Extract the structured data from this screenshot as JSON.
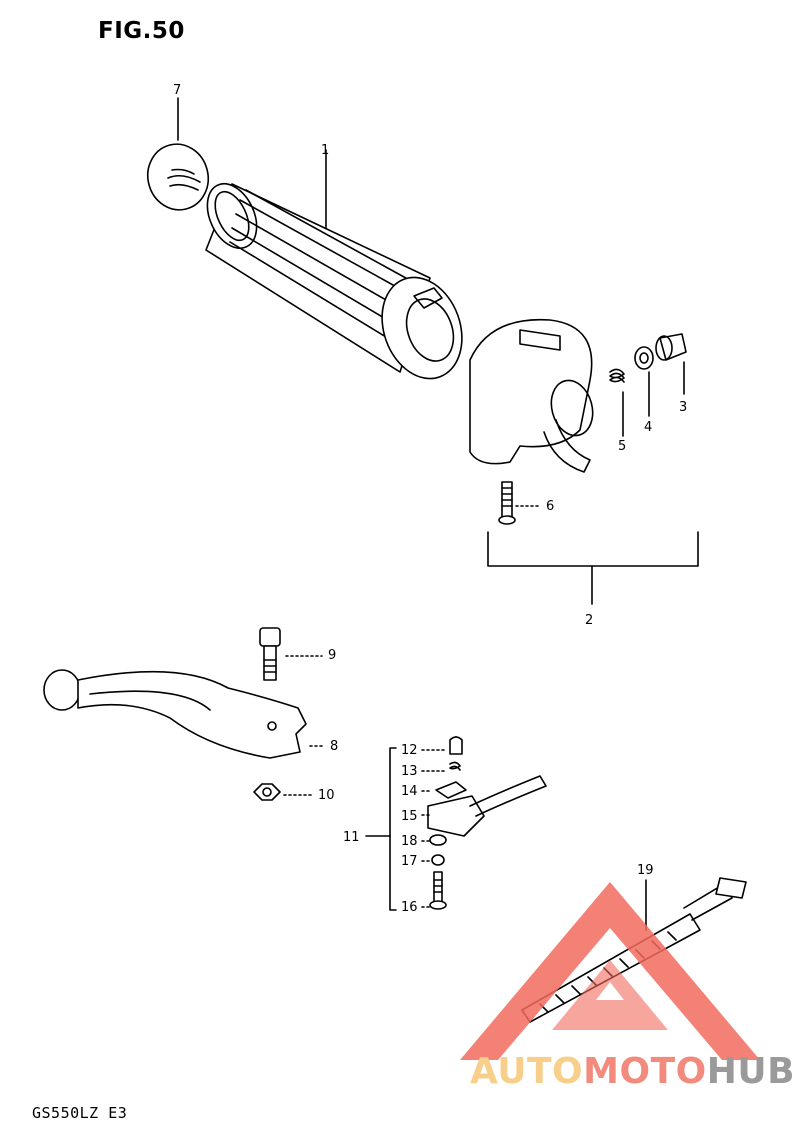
{
  "figure": {
    "title": "FIG.50",
    "model_code": "GS550LZ E3"
  },
  "parts": [
    {
      "number": "1"
    },
    {
      "number": "2"
    },
    {
      "number": "3"
    },
    {
      "number": "4"
    },
    {
      "number": "5"
    },
    {
      "number": "6"
    },
    {
      "number": "7"
    },
    {
      "number": "8"
    },
    {
      "number": "9"
    },
    {
      "number": "10"
    },
    {
      "number": "11"
    },
    {
      "number": "12"
    },
    {
      "number": "13"
    },
    {
      "number": "14"
    },
    {
      "number": "15"
    },
    {
      "number": "16"
    },
    {
      "number": "17"
    },
    {
      "number": "18"
    },
    {
      "number": "19"
    }
  ],
  "watermark": {
    "text_part1": "AUTO",
    "text_part2": "MOTO",
    "text_part3": "HUB",
    "colors": {
      "triangle": "#f26b5e",
      "part1": "#f7cf8a",
      "part2": "#f28b7e",
      "part3": "#9a9a9a"
    }
  }
}
